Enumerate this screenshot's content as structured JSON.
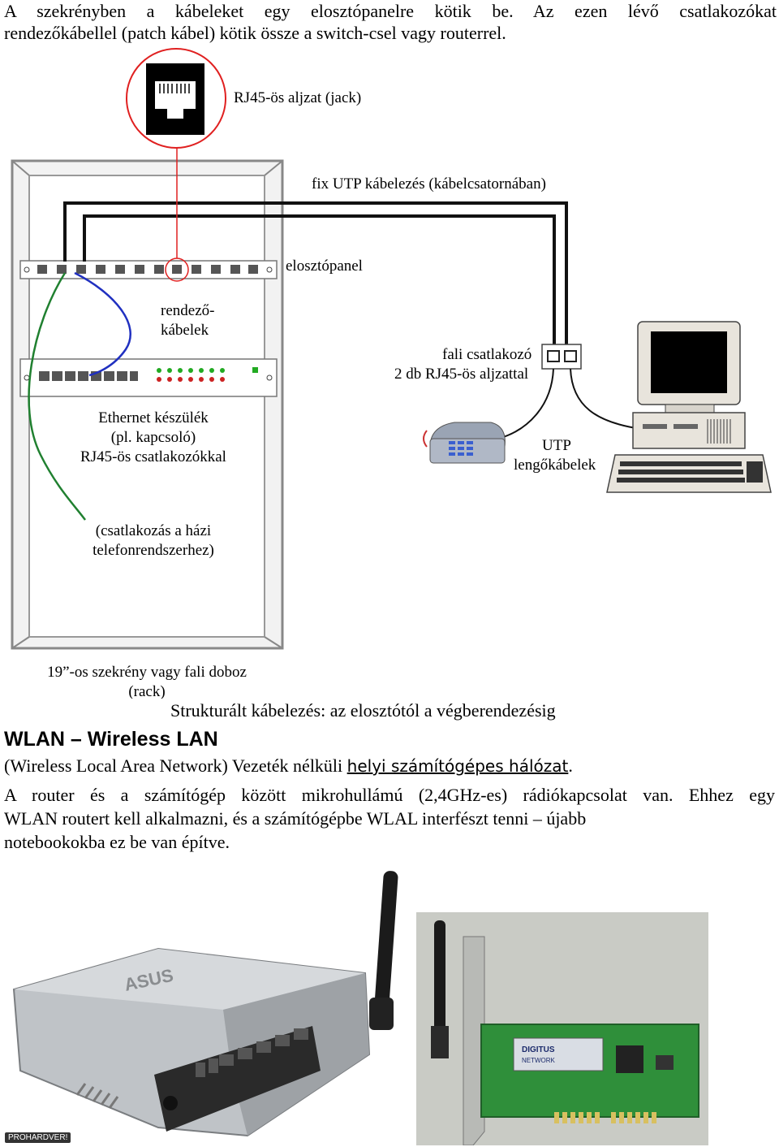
{
  "intro": {
    "line1": "A szekrényben a kábeleket egy elosztópanelre kötik be. Az ezen lévő csatlakozókat",
    "line2": "rendezőkábellel (patch kábel) kötik össze a switch-csel vagy routerrel."
  },
  "diagram": {
    "jack": "RJ45-ös aljzat (jack)",
    "fix_utp": "fix UTP kábelezés (kábelcsatornában)",
    "panel": "elosztópanel",
    "patch_line1": "rendező-",
    "patch_line2": "kábelek",
    "wall_line1": "fali csatlakozó",
    "wall_line2": "2 db RJ45-ös aljzattal",
    "device_line1": "Ethernet készülék",
    "device_line2": "(pl. kapcsoló)",
    "device_line3": "RJ45-ös csatlakozókkal",
    "utp_line1": "UTP",
    "utp_line2": "lengőkábelek",
    "phone_line1": "(csatlakozás a házi",
    "phone_line2": "telefonrendszerhez)",
    "rack_line1": "19”-os szekrény vagy fali doboz",
    "rack_line2": "(rack)"
  },
  "caption": "Strukturált kábelezés: az elosztótól a végberendezésig",
  "wlan": {
    "heading": "WLAN – Wireless LAN",
    "def_prefix": "(Wireless Local Area Network) Vezeték nélküli ",
    "def_link": "helyi számítógépes hálózat",
    "def_suffix": ".",
    "body_line1": "A router és a számítógép között mikrohullámú (2,4GHz-es) rádiókapcsolat van. Ehhez egy",
    "body_line2": "WLAN routert kell alkalmazni, és a számítógépbe WLAL interfészt tenni – újabb",
    "body_line3": "notebookokba ez be van építve."
  },
  "photos": {
    "card_brand": "DIGITUS",
    "card_brand2": "NETWORK",
    "badge": "PROHARDVER!"
  },
  "colors": {
    "red_link": "#e02020",
    "blue_cable": "#2030c0",
    "green_cable": "#208030",
    "pcb_green": "#2f8f3a"
  }
}
